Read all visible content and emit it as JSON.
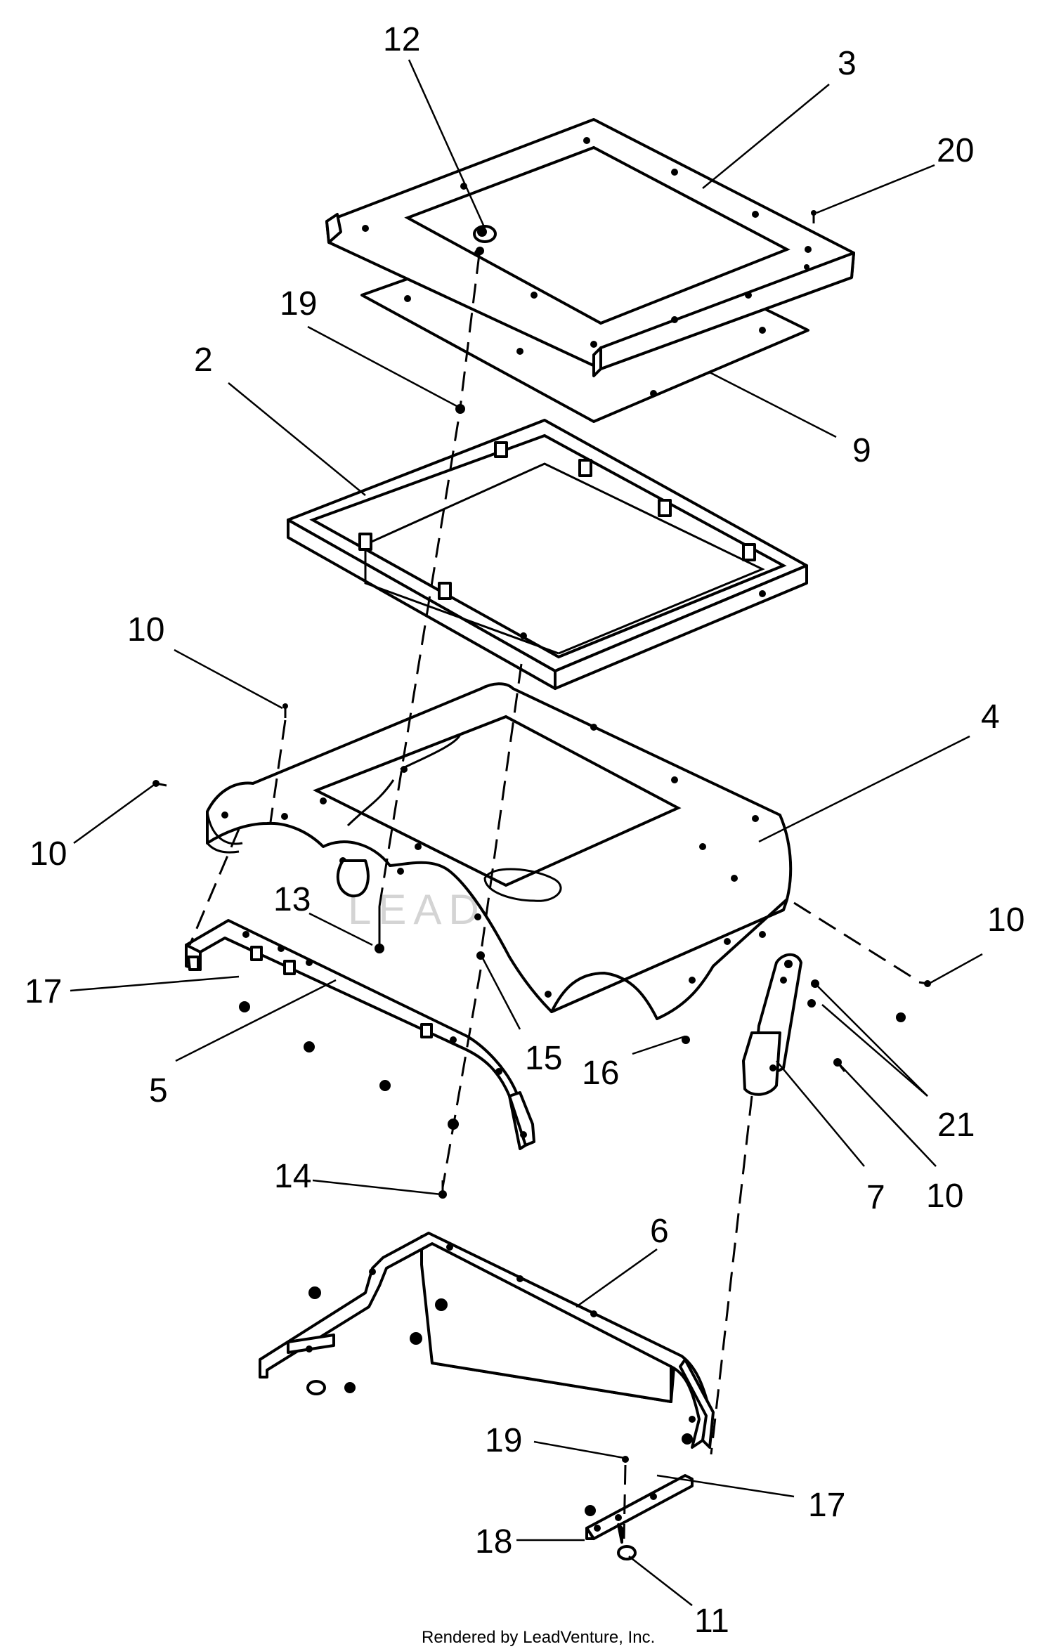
{
  "callouts": [
    {
      "id": "callout-12",
      "label": "12"
    },
    {
      "id": "callout-3",
      "label": "3"
    },
    {
      "id": "callout-20",
      "label": "20"
    },
    {
      "id": "callout-19-top",
      "label": "19"
    },
    {
      "id": "callout-2",
      "label": "2"
    },
    {
      "id": "callout-9",
      "label": "9"
    },
    {
      "id": "callout-10-upper",
      "label": "10"
    },
    {
      "id": "callout-4",
      "label": "4"
    },
    {
      "id": "callout-10-left",
      "label": "10"
    },
    {
      "id": "callout-13",
      "label": "13"
    },
    {
      "id": "callout-10-right",
      "label": "10"
    },
    {
      "id": "callout-17-left",
      "label": "17"
    },
    {
      "id": "callout-15",
      "label": "15"
    },
    {
      "id": "callout-16",
      "label": "16"
    },
    {
      "id": "callout-5",
      "label": "5"
    },
    {
      "id": "callout-21",
      "label": "21"
    },
    {
      "id": "callout-7",
      "label": "7"
    },
    {
      "id": "callout-10-lower",
      "label": "10"
    },
    {
      "id": "callout-14",
      "label": "14"
    },
    {
      "id": "callout-6",
      "label": "6"
    },
    {
      "id": "callout-19-bottom",
      "label": "19"
    },
    {
      "id": "callout-17-right",
      "label": "17"
    },
    {
      "id": "callout-18",
      "label": "18"
    },
    {
      "id": "callout-11",
      "label": "11"
    }
  ],
  "footer": "Rendered by LeadVenture, Inc.",
  "watermark": "LEADVENTURE"
}
